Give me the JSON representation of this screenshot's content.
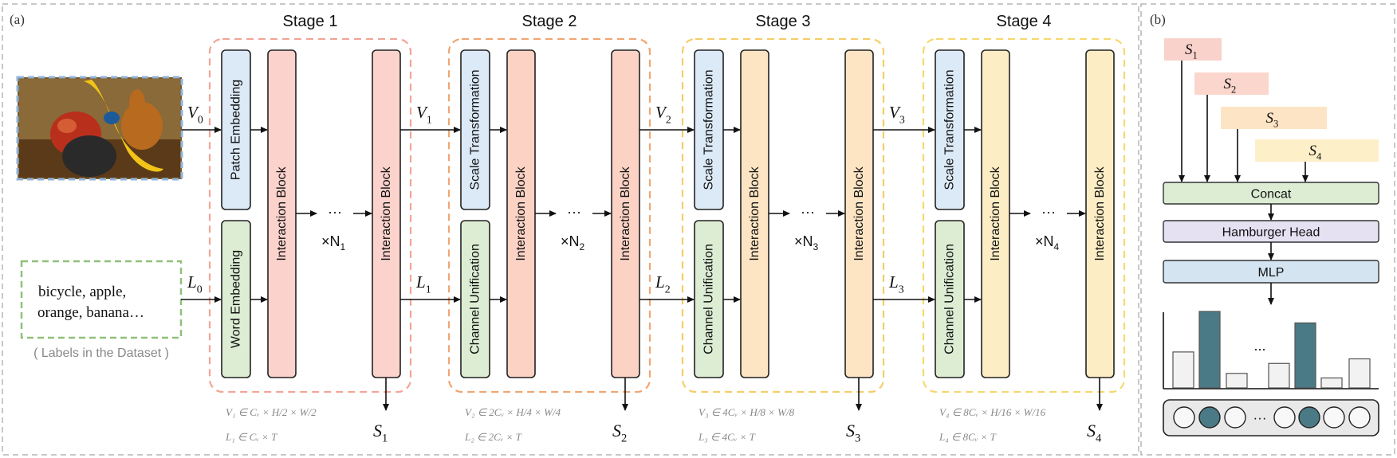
{
  "panels": {
    "a": "(a)",
    "b": "(b)"
  },
  "stages": [
    {
      "title": "Stage 1",
      "top_label": "Patch Embedding",
      "bottom_label": "Word Embedding",
      "mid_label": "Interaction Block",
      "end_label": "Interaction Block",
      "repeat_sym": "×N",
      "repeat_sub": "1",
      "ellipsis": "···",
      "in_top": "V",
      "in_top_sub": "0",
      "in_bottom": "L",
      "in_bottom_sub": "0",
      "out": "S",
      "out_sub": "1",
      "eq1": "V₁ ∈ Cᵥ × H/2 × W/2",
      "eq2": "L₁ ∈ Cᵥ × T"
    },
    {
      "title": "Stage 2",
      "top_label": "Scale Transformation",
      "bottom_label": "Channel Unification",
      "mid_label": "Interaction Block",
      "end_label": "Interaction Block",
      "repeat_sym": "×N",
      "repeat_sub": "2",
      "ellipsis": "···",
      "in_top": "V",
      "in_top_sub": "1",
      "in_bottom": "L",
      "in_bottom_sub": "1",
      "out": "S",
      "out_sub": "2",
      "eq1": "V₂ ∈ 2Cᵥ × H/4 × W/4",
      "eq2": "L₂ ∈ 2Cᵥ × T"
    },
    {
      "title": "Stage 3",
      "top_label": "Scale Transformation",
      "bottom_label": "Channel Unification",
      "mid_label": "Interaction Block",
      "end_label": "Interaction Block",
      "repeat_sym": "×N",
      "repeat_sub": "3",
      "ellipsis": "···",
      "in_top": "V",
      "in_top_sub": "2",
      "in_bottom": "L",
      "in_bottom_sub": "2",
      "out": "S",
      "out_sub": "3",
      "eq1": "V₃ ∈ 4Cᵥ × H/8 × W/8",
      "eq2": "L₃ ∈ 4Cᵥ × T"
    },
    {
      "title": "Stage 4",
      "top_label": "Scale Transformation",
      "bottom_label": "Channel Unification",
      "mid_label": "Interaction Block",
      "end_label": "Interaction Block",
      "repeat_sym": "×N",
      "repeat_sub": "4",
      "ellipsis": "···",
      "in_top": "V",
      "in_top_sub": "3",
      "in_bottom": "L",
      "in_bottom_sub": "3",
      "out": "S",
      "out_sub": "4",
      "eq1": "V₄ ∈ 8Cᵥ × H/16 × W/16",
      "eq2": "L₄ ∈ 8Cᵥ × T"
    }
  ],
  "text_input": {
    "line1": "bicycle, apple,",
    "line2": "orange, banana…",
    "caption": "( Labels in the Dataset )"
  },
  "image_input": {
    "icon": "fruit-photo"
  },
  "head": {
    "inputs": [
      {
        "sym": "S",
        "sub": "1"
      },
      {
        "sym": "S",
        "sub": "2"
      },
      {
        "sym": "S",
        "sub": "3"
      },
      {
        "sym": "S",
        "sub": "4"
      }
    ],
    "concat": "Concat",
    "hamburger": "Hamburger Head",
    "mlp": "MLP",
    "ellipsis": "...",
    "token_ellipsis": "···",
    "bar_values": [
      0.47,
      1.0,
      0.19,
      0.32,
      0.85,
      0.13,
      0.38
    ],
    "bar_highlight": [
      false,
      true,
      false,
      false,
      true,
      false,
      false
    ],
    "token_highlight": [
      false,
      true,
      false,
      false,
      true,
      false,
      false
    ]
  },
  "colors": {
    "stage1": "#f2a597",
    "stage2": "#f0a672",
    "stage3": "#f5cd6a",
    "stage4": "#f5d970",
    "patch_fill": "#dce9f6",
    "embed_green": "#dcedd4",
    "scale_fill": "#dce9f6",
    "ib1": "#fbd2cc",
    "ib2": "#fbd2c4",
    "ib3": "#fde5c4",
    "ib4": "#fdedc4",
    "concat": "#dcedd4",
    "hamburger": "#e6e0f3",
    "mlp": "#d4e4f0",
    "bar_dark": "#4a7a85"
  }
}
